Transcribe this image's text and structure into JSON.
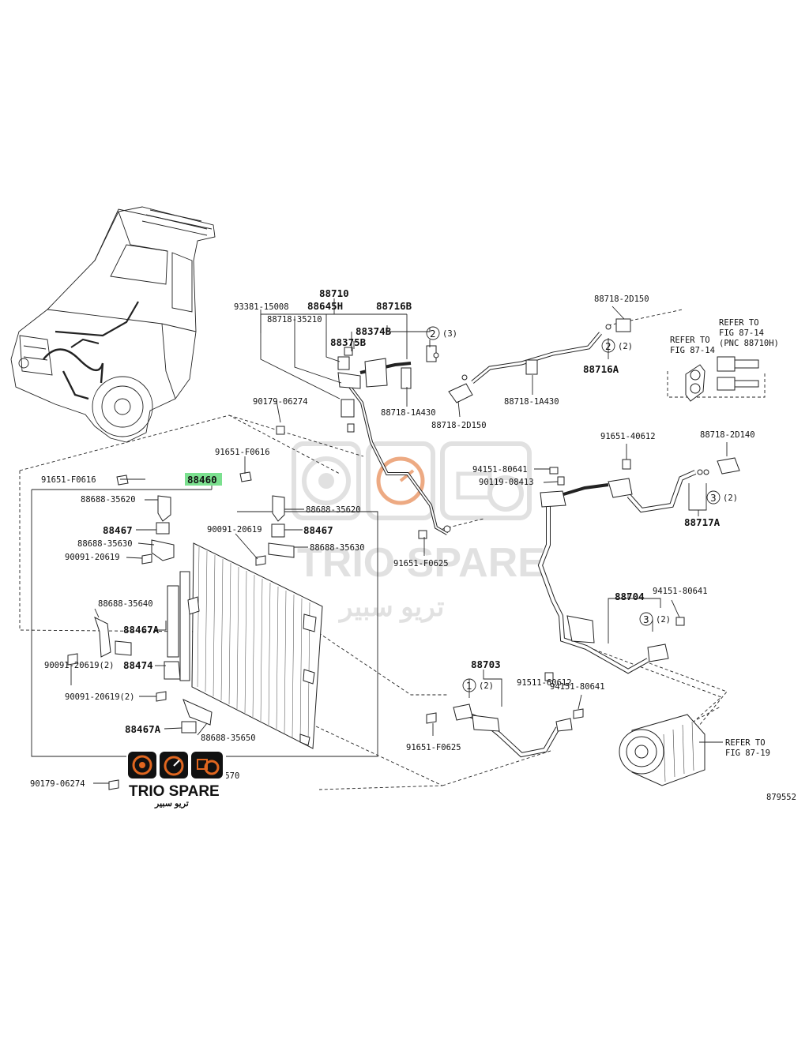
{
  "diagram_id": "879552",
  "highlight_color": "#7be08f",
  "watermark": {
    "brand": "TRIO SPARE",
    "brand_arabic": "تريو سبير",
    "color": "#c9c9c9",
    "logo_orange": "#e0661f"
  },
  "labels": {
    "p88710": "88710",
    "p93381": "93381-15008",
    "p88645h": "88645H",
    "p88716b": "88716B",
    "p88718_35210": "88718-35210",
    "p88374b": "88374B",
    "p88375b": "88375B",
    "c2_top": "2",
    "q3_top": "(3)",
    "p88718_1a430_a": "88718-1A430",
    "p88718_2d150_a": "88718-2D150",
    "p88718_2d150_top": "88718-2D150",
    "c2_716a": "2",
    "q2_716a": "(2)",
    "p88716a": "88716A",
    "p88718_1a430_b": "88718-1A430",
    "refer_87_14a_1": "REFER TO",
    "refer_87_14a_2": "FIG 87-14",
    "refer_87_14b_1": "REFER TO",
    "refer_87_14b_2": "FIG 87-14",
    "refer_87_14b_3": "(PNC 88710H)",
    "p90179_06274_a": "90179-06274",
    "p91651_40612": "91651-40612",
    "p88718_2d140": "88718-2D140",
    "p91651_f0616_a": "91651-F0616",
    "p94151_80641_a": "94151-80641",
    "p90119_08413": "90119-08413",
    "c3_717a": "3",
    "q2_717a": "(2)",
    "p88717a": "88717A",
    "p91651_f0616_b": "91651-F0616",
    "p88460": "88460",
    "p88688_35620_a": "88688-35620",
    "p88688_35620_b": "88688-35620",
    "p88467_a": "88467",
    "p88467_b": "88467",
    "p90091_20619_a": "90091-20619",
    "p88688_35630_a": "88688-35630",
    "p88688_35630_b": "88688-35630",
    "p90091_20619_b": "90091-20619",
    "p91651_f0625_a": "91651-F0625",
    "p88704": "88704",
    "p94151_80641_b": "94151-80641",
    "c3_704": "3",
    "q2_704": "(2)",
    "p88688_35640": "88688-35640",
    "p88467a_a": "88467A",
    "p90091_20619_2a": "90091-20619(2)",
    "p88474": "88474",
    "p91511_60612": "91511-60612",
    "p88703": "88703",
    "c1_703": "1",
    "q2_703": "(2)",
    "p94151_80641_c": "94151-80641",
    "p90091_20619_2b": "90091-20619(2)",
    "p88467a_b": "88467A",
    "p88688_35650": "88688-35650",
    "p91651_f0625_b": "91651-F0625",
    "refer_87_19_1": "REFER TO",
    "refer_87_19_2": "FIG 87-19",
    "p88688_35570_part": "5570",
    "p90179_06274_b": "90179-06274"
  }
}
